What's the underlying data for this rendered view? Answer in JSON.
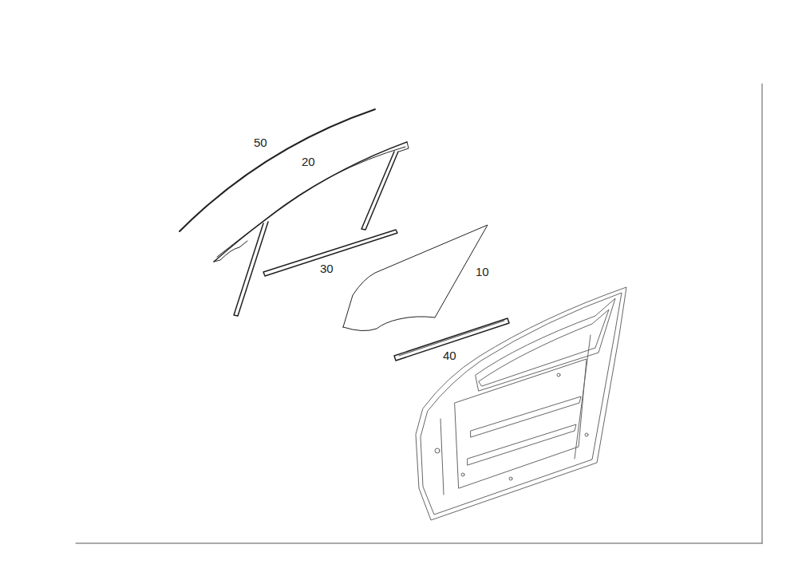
{
  "diagram": {
    "labels": [
      "50",
      "20",
      "30",
      "10",
      "40"
    ]
  }
}
